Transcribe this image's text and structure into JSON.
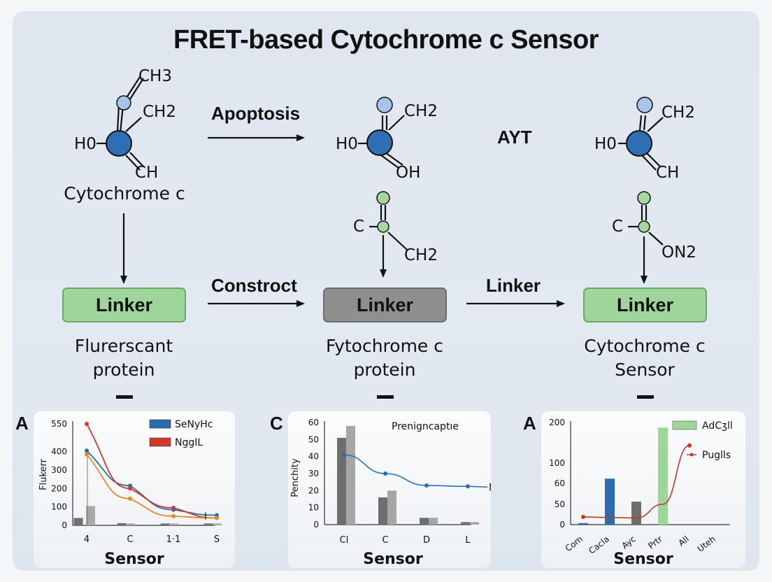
{
  "title": "FRET-based Cytochrome c Sensor",
  "molecules": {
    "m1": {
      "top": "CH3",
      "mid": "CH2",
      "left": "H0",
      "bottom": "CH",
      "name": "Cytochrome c"
    },
    "m2": {
      "mid": "CH2",
      "left": "H0",
      "bottom": "OH"
    },
    "m3": {
      "mid": "CH2",
      "left": "H0",
      "bottom": "CH"
    },
    "m4": {
      "left": "C",
      "bottom": "CH2"
    },
    "m5": {
      "left": "C",
      "bottom": "ON2"
    }
  },
  "arrows": {
    "top": "Apoptosis",
    "top_right": "AYT",
    "mid_left": "Constroct",
    "mid_right": "Linker"
  },
  "linkers": [
    "Linker",
    "Linker",
    "Linker"
  ],
  "captions": [
    [
      "Flurerscant",
      "protein"
    ],
    [
      "Fytochrome c",
      "protein"
    ],
    [
      "Cytochrome c",
      "Sensor"
    ]
  ],
  "colors": {
    "linker_green": "#9fd59b",
    "linker_gray": "#8f8f8f",
    "atom_blue": "#2f6db5",
    "atom_light_blue": "#a9c4ea",
    "atom_green": "#a8d5a0"
  },
  "panels": {
    "labels": [
      "A",
      "C",
      "A"
    ]
  },
  "chart_data": [
    {
      "type": "line",
      "ylabel": "Flukerr",
      "xlabel": "Sensor",
      "categories": [
        "4",
        "C",
        "1·1",
        "S"
      ],
      "yticks": [
        "0",
        "100",
        "200",
        "300",
        "400",
        "550"
      ],
      "ylim": [
        0,
        550
      ],
      "series": [
        {
          "name": "SeNуHc",
          "color": "#2b6cb0",
          "x": [
            0,
            1,
            2,
            3
          ],
          "values": [
            405,
            215,
            85,
            55
          ]
        },
        {
          "name": "NggIL",
          "color": "#d0392b",
          "x": [
            0,
            1,
            2,
            3
          ],
          "values": [
            550,
            200,
            95,
            40
          ]
        },
        {
          "name": "",
          "color": "#e08a2c",
          "x": [
            0,
            1,
            2,
            3
          ],
          "values": [
            385,
            145,
            50,
            40
          ]
        }
      ],
      "bars": [
        {
          "x": -0.2,
          "value": 40,
          "color": "#707070"
        },
        {
          "x": 0.08,
          "value": 105,
          "color": "#a8a8a8"
        },
        {
          "x": 0.8,
          "value": 12,
          "color": "#707070"
        },
        {
          "x": 1.0,
          "value": 10,
          "color": "#a8a8a8"
        },
        {
          "x": 1.8,
          "value": 10,
          "color": "#707070"
        },
        {
          "x": 2.0,
          "value": 10,
          "color": "#a8a8a8"
        },
        {
          "x": 2.8,
          "value": 10,
          "color": "#707070"
        },
        {
          "x": 3.0,
          "value": 10,
          "color": "#a8a8a8"
        }
      ],
      "annotation": "I",
      "legend": "top-right"
    },
    {
      "type": "bar",
      "ylabel": "Penchity",
      "xlabel": "Sensor",
      "categories": [
        "Cl",
        "C",
        "D",
        "L"
      ],
      "yticks": [
        "0",
        "10",
        "20",
        "30",
        "40",
        "50",
        "60"
      ],
      "ylim": [
        0,
        60
      ],
      "series": [
        {
          "name": "",
          "color": "#6e6e6e",
          "values": [
            51,
            16,
            4,
            1.5
          ]
        },
        {
          "name": "",
          "color": "#a6a6a6",
          "values": [
            58,
            20,
            4,
            1.5
          ]
        }
      ],
      "line": {
        "name": "Nm",
        "color": "#2b6cb0",
        "values": [
          41,
          30,
          23,
          22.5
        ]
      },
      "legend_title": "Prenigncaptıe",
      "legend": "top-right"
    },
    {
      "type": "bar",
      "ylabel": "",
      "xlabel": "Sensor",
      "categories": [
        "Com",
        "Cacla",
        "Ayc",
        "Prtr",
        "All",
        "Uteh"
      ],
      "yticks": [
        "0",
        "50",
        "60",
        "100",
        "200"
      ],
      "ylim": [
        0,
        200
      ],
      "bars": [
        {
          "category": "Com",
          "value": 3,
          "color": "#2b6cb0"
        },
        {
          "category": "Cacla",
          "value": 90,
          "color": "#2b6cb0"
        },
        {
          "category": "Ayc",
          "value": 45,
          "color": "#6e6e6e"
        },
        {
          "category": "Prtr",
          "value": 190,
          "color": "#9fd59b"
        }
      ],
      "line": {
        "name": "Puglls",
        "color": "#c0392b",
        "values": [
          15,
          14,
          13,
          40,
          155
        ]
      },
      "legend": [
        {
          "name": "AdCʒll",
          "color": "#9fd59b"
        },
        {
          "name": "Puglls",
          "color": "#c0392b"
        }
      ]
    }
  ]
}
